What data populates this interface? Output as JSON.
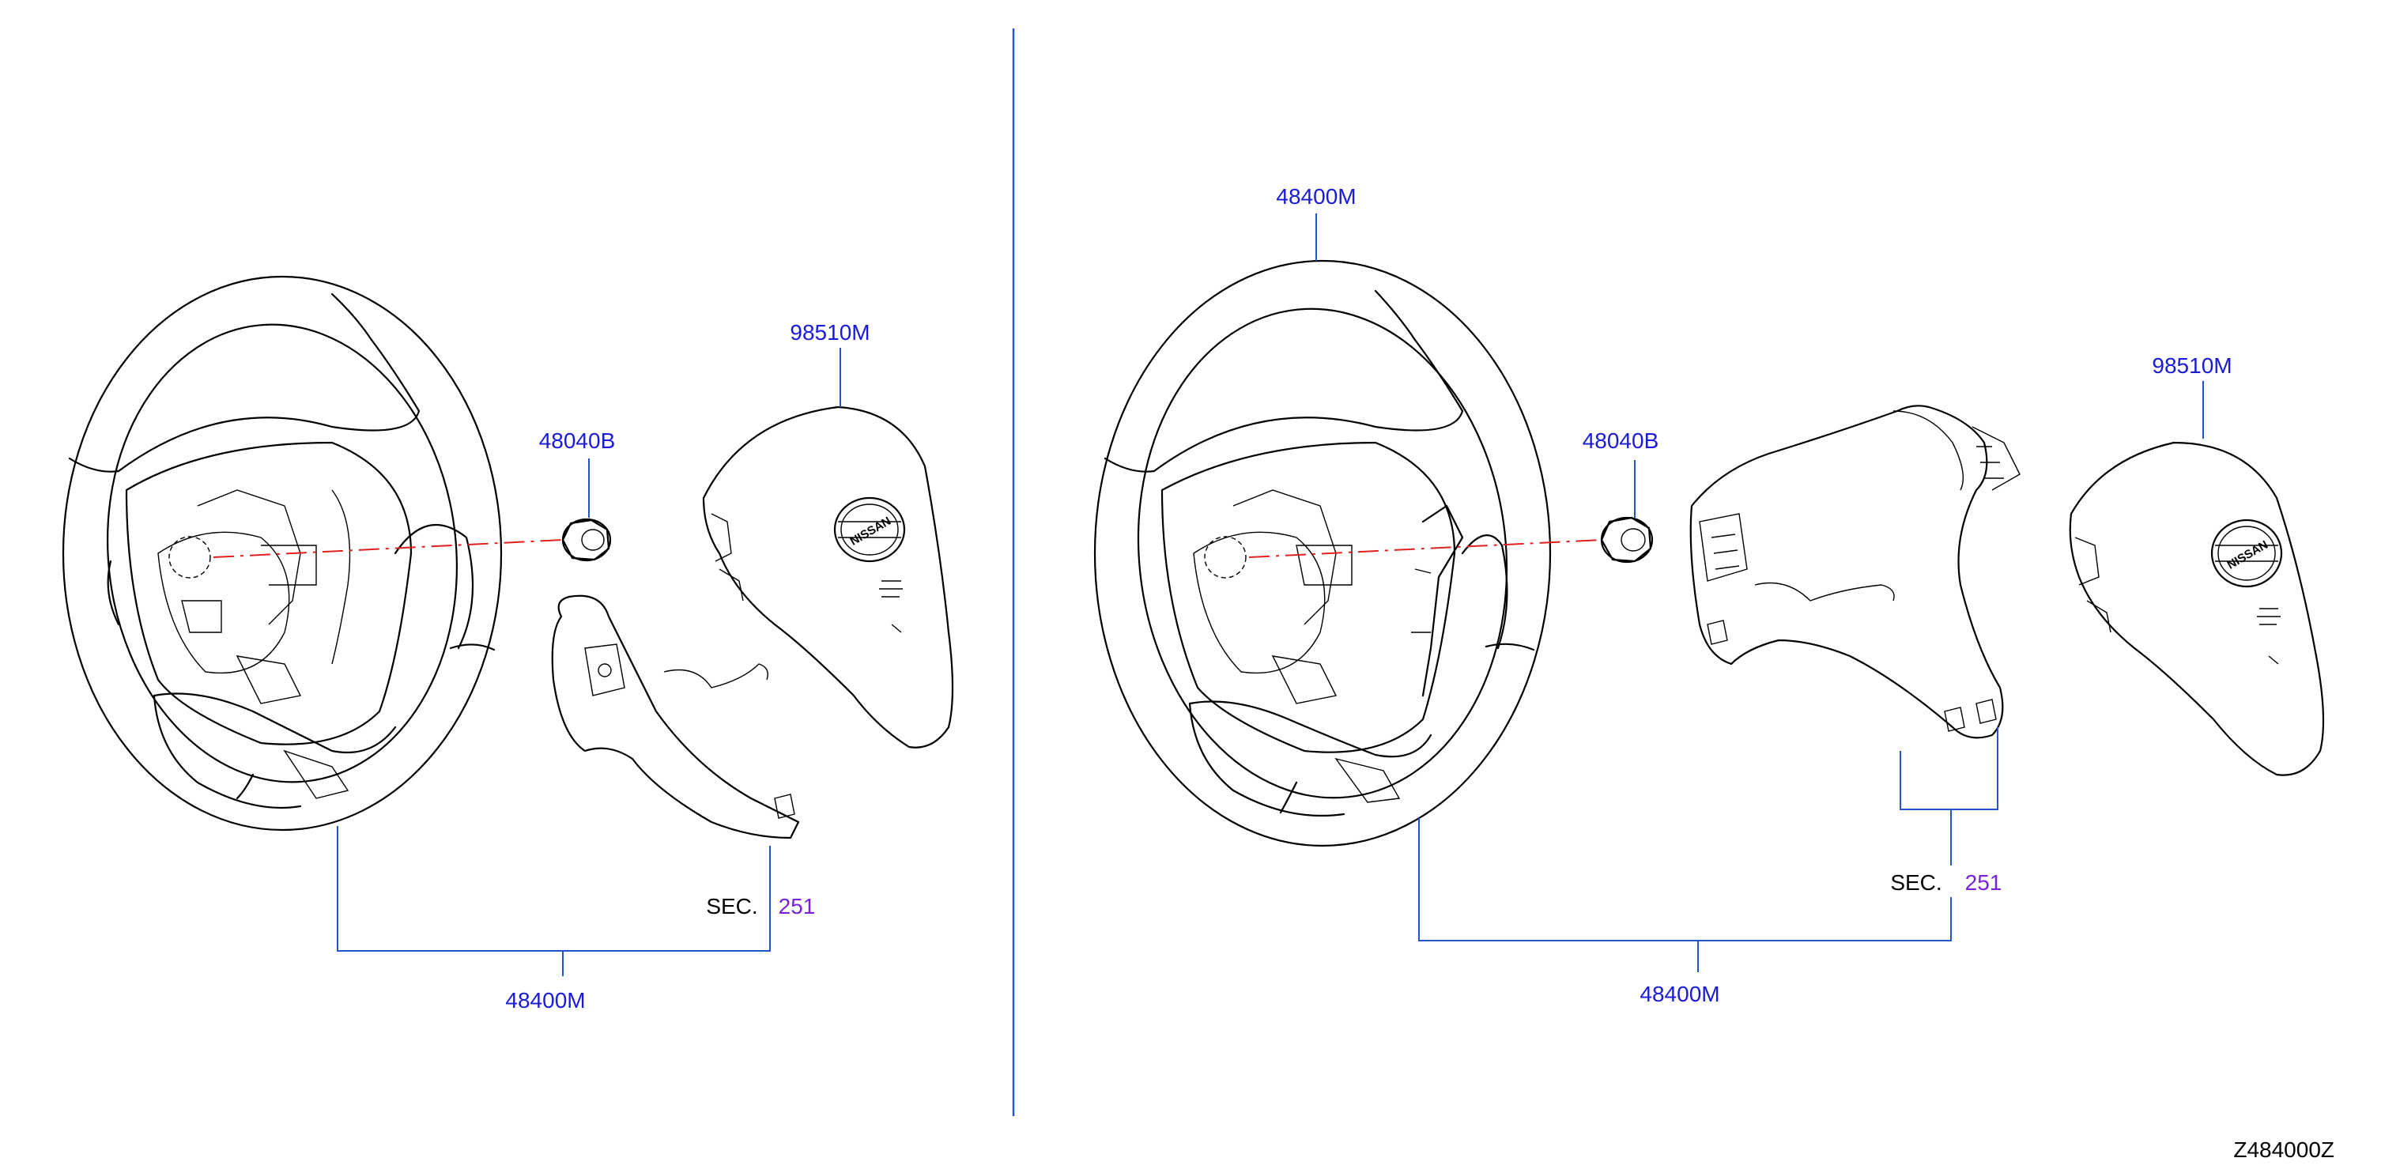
{
  "diagram_code": "Z484000Z",
  "left_panel": {
    "wheel_label": "48400M",
    "nut_label": "48040B",
    "airbag_label": "98510M",
    "section_prefix": "SEC.",
    "section_number": "251"
  },
  "right_panel": {
    "wheel_label_top": "48400M",
    "wheel_label_bottom": "48400M",
    "nut_label": "48040B",
    "airbag_label": "98510M",
    "section_prefix": "SEC.",
    "section_number": "251"
  },
  "airbag_emblem_text": "NISSAN",
  "colors": {
    "label": "#1a1adb",
    "section_number": "#7a22d9",
    "leader": "#2255cc",
    "axis": "#e02020",
    "line_art": "#000000"
  }
}
